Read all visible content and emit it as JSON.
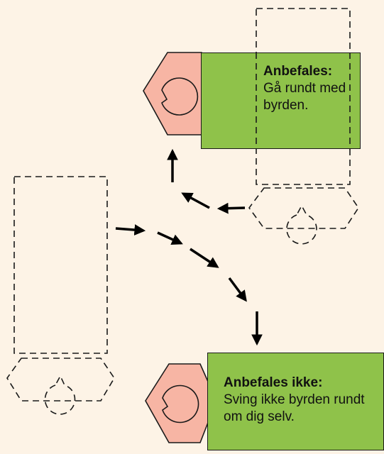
{
  "colors": {
    "background": "#fdf3e6",
    "person_fill": "#f7b5a4",
    "box_fill": "#8fc24a",
    "stroke": "#1a1a1a"
  },
  "recommended": {
    "heading": "Anbefales:",
    "text": "Gå rundt med byrden."
  },
  "not_recommended": {
    "heading": "Anbefales ikke:",
    "text": "Sving ikke byrden rundt om dig selv."
  }
}
